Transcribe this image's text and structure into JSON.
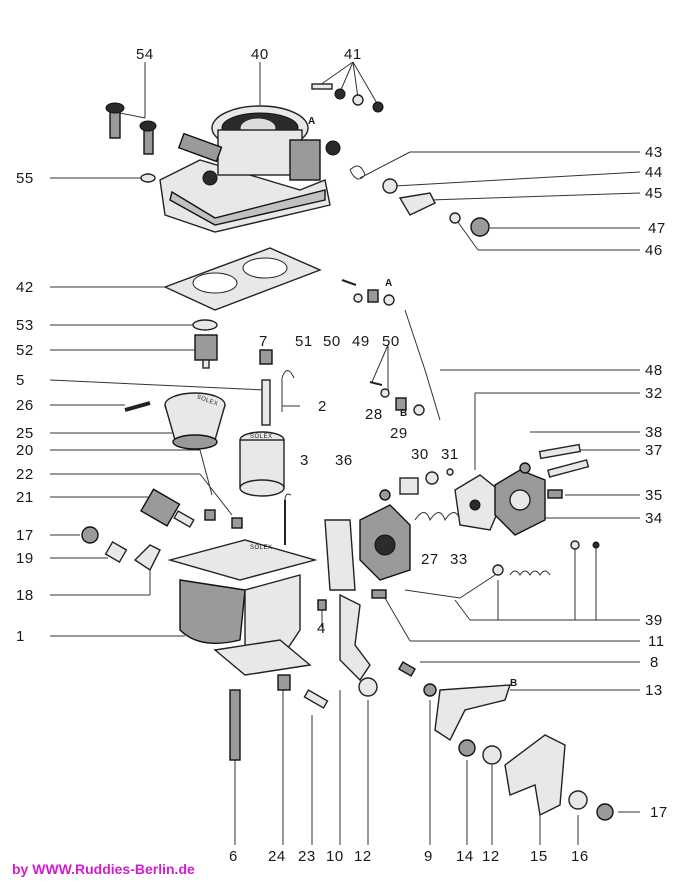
{
  "labels": {
    "l54": "54",
    "l40": "40",
    "l41": "41",
    "l55": "55",
    "l43": "43",
    "l44": "44",
    "l45": "45",
    "l47": "47",
    "l46": "46",
    "l42": "42",
    "lA1": "A",
    "lA2": "A",
    "lB1": "B",
    "lB2": "B",
    "l53": "53",
    "l52": "52",
    "l7": "7",
    "l51": "51",
    "l50a": "50",
    "l49": "49",
    "l50b": "50",
    "l48": "48",
    "l32": "32",
    "l5": "5",
    "l2": "2",
    "l26": "26",
    "l28": "28",
    "l29": "29",
    "l25": "25",
    "l20": "20",
    "l30": "30",
    "l31": "31",
    "l38": "38",
    "l37": "37",
    "l3": "3",
    "l36": "36",
    "l22": "22",
    "l35": "35",
    "l21": "21",
    "l34": "34",
    "l27": "27",
    "l33": "33",
    "l17a": "17",
    "l19": "19",
    "l18": "18",
    "l39": "39",
    "l4": "4",
    "l1": "1",
    "l11": "11",
    "l8": "8",
    "l13": "13",
    "l17b": "17",
    "l6": "6",
    "l24": "24",
    "l23": "23",
    "l10": "10",
    "l12a": "12",
    "l9": "9",
    "l14": "14",
    "l12b": "12",
    "l15": "15",
    "l16": "16",
    "solex1": "SOLEX",
    "solex2": "SOLEX",
    "solex3": "SOLEX"
  },
  "credit": "by  WWW.Ruddies-Berlin.de",
  "colors": {
    "credit": "#d21cd0",
    "ink": "#1a1a1a"
  }
}
